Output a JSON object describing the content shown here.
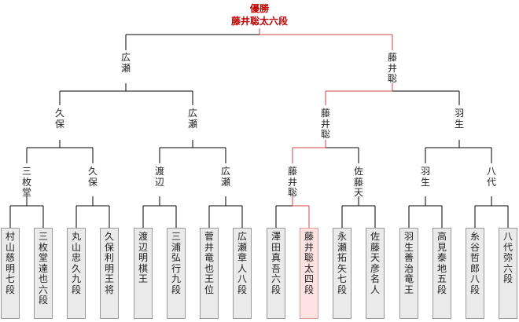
{
  "champion": {
    "caption": "優勝",
    "name": "藤井聡太六段"
  },
  "final": [
    "広瀬",
    "藤井聡"
  ],
  "semifinal": [
    "久保",
    "広瀬",
    "藤井聡",
    "羽生"
  ],
  "quarterfinal": [
    "三枚堂",
    "久保",
    "渡辺",
    "広瀬",
    "藤井聡",
    "佐藤天",
    "羽生",
    "八代"
  ],
  "players": [
    "村山慈明七段",
    "三枚堂達也六段",
    "丸山忠久九段",
    "久保利明王将",
    "渡辺　明棋王",
    "三浦弘行九段",
    "菅井竜也王位",
    "広瀬章人八段",
    "澤田真吾六段",
    "藤井聡太四段",
    "永瀬拓矢七段",
    "佐藤天彦名人",
    "羽生善治竜王",
    "高見泰地五段",
    "糸谷哲郎八段",
    "八代　弥六段"
  ],
  "colors": {
    "winner_line": "#d04040",
    "line": "#000000"
  }
}
